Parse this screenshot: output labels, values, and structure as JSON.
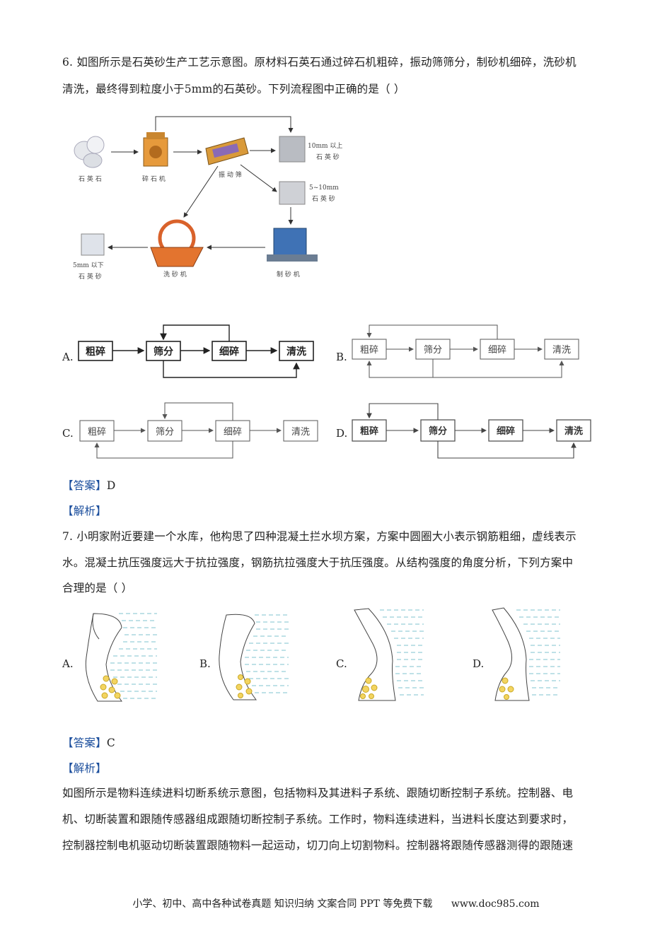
{
  "q6": {
    "stem_line1": "6. 如图所示是石英砂生产工艺示意图。原材料石英石通过碎石机粗碎，振动筛筛分，制砂机细碎，洗砂机",
    "stem_line2": "清洗，最终得到粒度小于5mm的石英砂。下列流程图中正确的是（    ）",
    "figure": {
      "quartz_stone": "石 英 石",
      "crusher": "碎 石 机",
      "screen": "振 动 筛",
      "sand_10mm_1": "10mm 以上",
      "sand_10mm_2": "石 英 砂",
      "sand_5_10_1": "5~10mm",
      "sand_5_10_2": "石 英 砂",
      "sand_maker": "制 砂 机",
      "washer": "洗 砂 机",
      "sand_5mm_1": "5mm 以下",
      "sand_5mm_2": "石 英 砂"
    },
    "options": {
      "a": "A.",
      "b": "B.",
      "c": "C.",
      "d": "D."
    },
    "boxes": {
      "coarse": "粗碎",
      "screen": "筛分",
      "fine": "细碎",
      "wash": "清洗"
    },
    "answer_tag": "【答案】",
    "answer": "D",
    "analysis_tag": "【解析】"
  },
  "q7": {
    "stem_line1": "7. 小明家附近要建一个水库，他构思了四种混凝土拦水坝方案，方案中圆圈大小表示钢筋粗细，虚线表示",
    "stem_line2": "水。混凝土抗压强度远大于抗拉强度，钢筋抗拉强度大于抗压强度。从结构强度的角度分析，下列方案中",
    "stem_line3": "合理的是（    ）",
    "options": {
      "a": "A.",
      "b": "B.",
      "c": "C.",
      "d": "D."
    },
    "answer_tag": "【答案】",
    "answer": "C",
    "analysis_tag": "【解析】"
  },
  "next": {
    "line1": "如图所示是物料连续进料切断系统示意图，包括物料及其进料子系统、跟随切断控制子系统。控制器、电",
    "line2": "机、切断装置和跟随传感器组成跟随切断控制子系统。工作时，物料连续进料，当进料长度达到要求时，",
    "line3": "控制器控制电机驱动切断装置跟随物料一起运动，切刀向上切割物料。控制器将跟随传感器测得的跟随速"
  },
  "footer": {
    "text": "小学、初中、高中各种试卷真题  知识归纳  文案合同  PPT 等免费下载",
    "site": "www.doc985.com"
  }
}
